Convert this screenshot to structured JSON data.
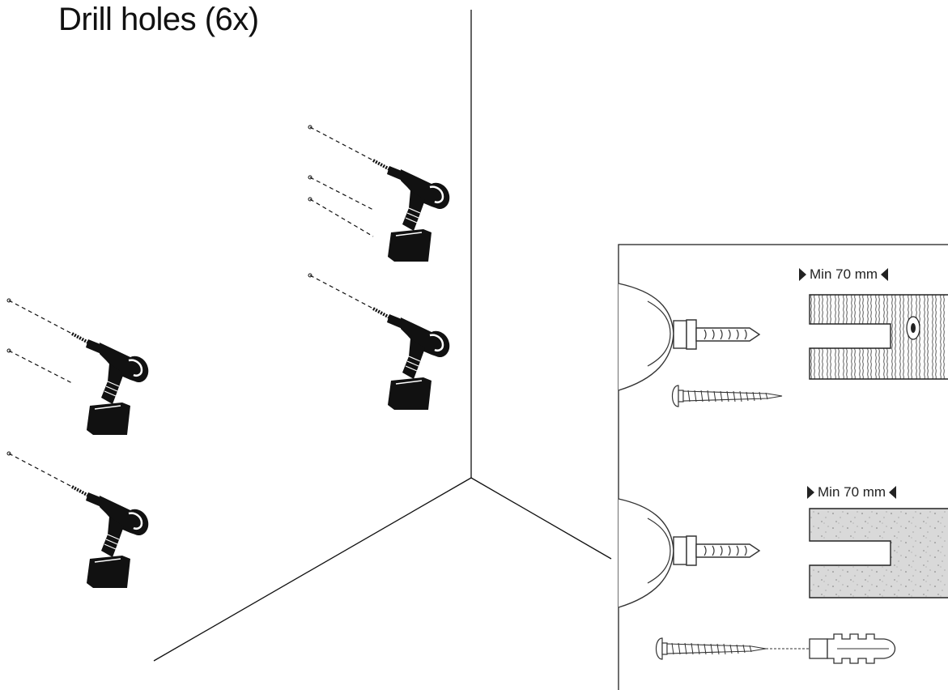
{
  "title": "Drill holes (6x)",
  "inset": {
    "wood_label": "Min 70 mm",
    "concrete_label": "Min 70 mm"
  },
  "icons": {
    "drill": "cordless-drill-icon",
    "screw": "screw-icon",
    "wall_plug": "wall-plug-icon"
  }
}
